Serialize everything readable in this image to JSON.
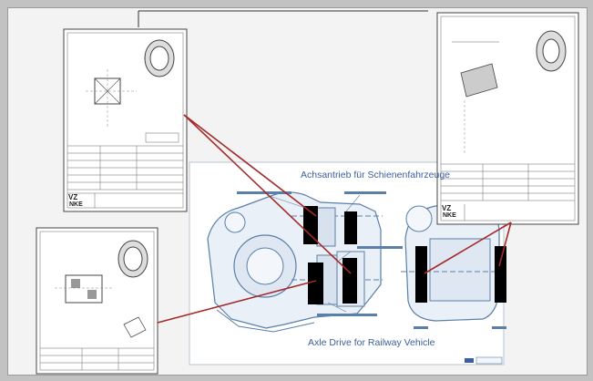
{
  "diagram": {
    "title_de": "Achsantrieb für Schienenfahrzeuge",
    "title_en": "Axle Drive for Railway Vehicle",
    "brand": "NKE",
    "maker_initials": "VZ",
    "colors": {
      "title_text": "#3b5f9d",
      "connector": "#a52a2a",
      "bearing_fill": "#000000",
      "drawing_line": "#5a7fa8"
    }
  }
}
